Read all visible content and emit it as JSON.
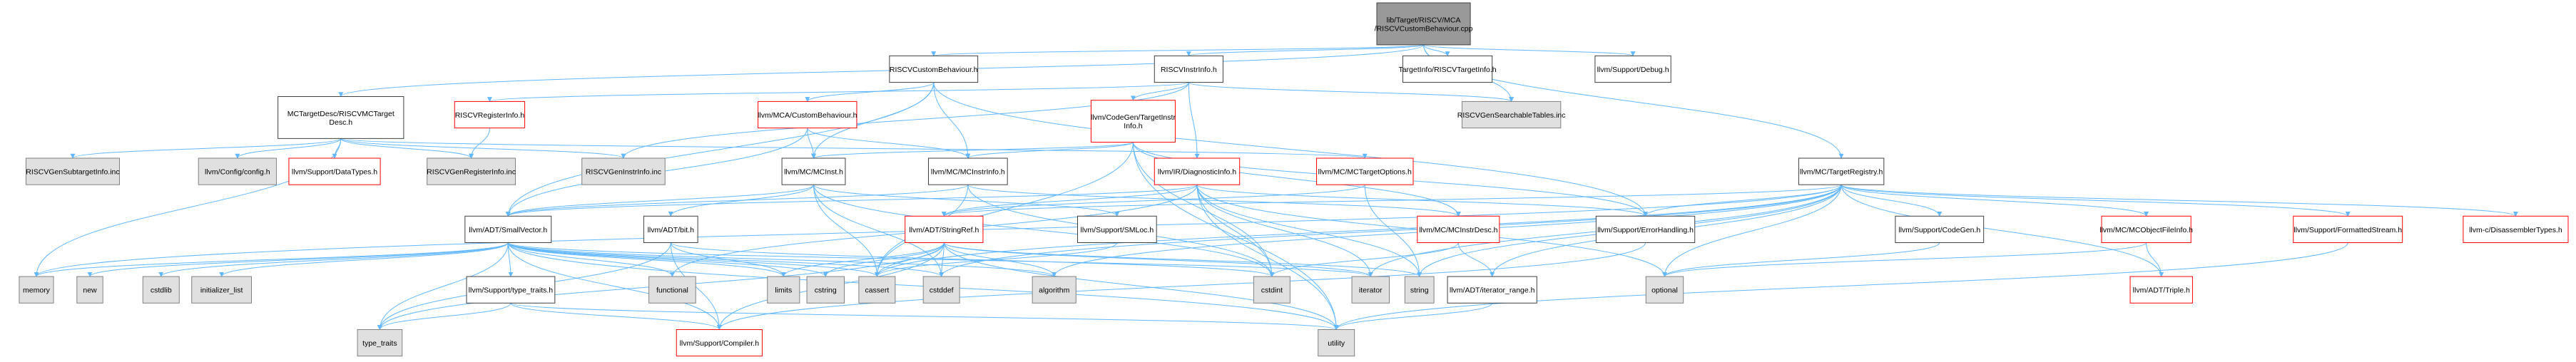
{
  "colors": {
    "edge": "#63b8ff",
    "default_border": "#808080",
    "linked_border": "#404040",
    "missing_border": "#ff0000",
    "highlight_fill": "#999999",
    "external_fill": "#e0e0e0",
    "normal_fill": "#ffffff"
  },
  "nodes": [
    {
      "id": "root",
      "lines": [
        "lib/Target/RISCV/MCA",
        "/RISCVCustomBehaviour.cpp"
      ],
      "kind": "root"
    },
    {
      "id": "rcb_h",
      "lines": [
        "RISCVCustomBehaviour.h"
      ],
      "kind": "normal"
    },
    {
      "id": "rii_h",
      "lines": [
        "RISCVInstrInfo.h"
      ],
      "kind": "normal"
    },
    {
      "id": "ttinfo",
      "lines": [
        "TargetInfo/RISCVTargetInfo.h"
      ],
      "kind": "normal"
    },
    {
      "id": "debug",
      "lines": [
        "llvm/Support/Debug.h"
      ],
      "kind": "normal"
    },
    {
      "id": "mctdesc",
      "lines": [
        "MCTargetDesc/RISCVMCTarget",
        "Desc.h"
      ],
      "kind": "normal"
    },
    {
      "id": "rri",
      "lines": [
        "RISCVRegisterInfo.h"
      ],
      "kind": "missing"
    },
    {
      "id": "mcacb",
      "lines": [
        "llvm/MCA/CustomBehaviour.h"
      ],
      "kind": "missing"
    },
    {
      "id": "cgtii",
      "lines": [
        "llvm/CodeGen/TargetInstr",
        "Info.h"
      ],
      "kind": "missing"
    },
    {
      "id": "rgst",
      "lines": [
        "RISCVGenSearchableTables.inc"
      ],
      "kind": "external"
    },
    {
      "id": "rgsi",
      "lines": [
        "RISCVGenSubtargetInfo.inc"
      ],
      "kind": "external"
    },
    {
      "id": "cfg",
      "lines": [
        "llvm/Config/config.h"
      ],
      "kind": "external"
    },
    {
      "id": "dtypes",
      "lines": [
        "llvm/Support/DataTypes.h"
      ],
      "kind": "missing"
    },
    {
      "id": "rgri",
      "lines": [
        "RISCVGenRegisterInfo.inc"
      ],
      "kind": "external"
    },
    {
      "id": "rgii",
      "lines": [
        "RISCVGenInstrInfo.inc"
      ],
      "kind": "external"
    },
    {
      "id": "mcinst",
      "lines": [
        "llvm/MC/MCInst.h"
      ],
      "kind": "normal"
    },
    {
      "id": "mcii",
      "lines": [
        "llvm/MC/MCInstrInfo.h"
      ],
      "kind": "normal"
    },
    {
      "id": "diag",
      "lines": [
        "llvm/IR/DiagnosticInfo.h"
      ],
      "kind": "missing"
    },
    {
      "id": "mcto",
      "lines": [
        "llvm/MC/MCTargetOptions.h"
      ],
      "kind": "missing"
    },
    {
      "id": "mctr",
      "lines": [
        "llvm/MC/TargetRegistry.h"
      ],
      "kind": "normal"
    },
    {
      "id": "smallvec",
      "lines": [
        "llvm/ADT/SmallVector.h"
      ],
      "kind": "normal"
    },
    {
      "id": "bit",
      "lines": [
        "llvm/ADT/bit.h"
      ],
      "kind": "normal"
    },
    {
      "id": "strref",
      "lines": [
        "llvm/ADT/StringRef.h"
      ],
      "kind": "missing"
    },
    {
      "id": "smloc",
      "lines": [
        "llvm/Support/SMLoc.h"
      ],
      "kind": "normal"
    },
    {
      "id": "mcidesc",
      "lines": [
        "llvm/MC/MCInstrDesc.h"
      ],
      "kind": "missing"
    },
    {
      "id": "errh",
      "lines": [
        "llvm/Support/ErrorHandling.h"
      ],
      "kind": "normal"
    },
    {
      "id": "codegen",
      "lines": [
        "llvm/Support/CodeGen.h"
      ],
      "kind": "normal"
    },
    {
      "id": "mcofi",
      "lines": [
        "llvm/MC/MCObjectFileInfo.h"
      ],
      "kind": "missing"
    },
    {
      "id": "fmtstr",
      "lines": [
        "llvm/Support/FormattedStream.h"
      ],
      "kind": "missing"
    },
    {
      "id": "disas",
      "lines": [
        "llvm-c/DisassemblerTypes.h"
      ],
      "kind": "missing"
    },
    {
      "id": "typetraits",
      "lines": [
        "llvm/Support/type_traits.h"
      ],
      "kind": "normal"
    },
    {
      "id": "itrange",
      "lines": [
        "llvm/ADT/iterator_range.h"
      ],
      "kind": "normal"
    },
    {
      "id": "triple",
      "lines": [
        "llvm/ADT/Triple.h"
      ],
      "kind": "missing"
    },
    {
      "id": "memory",
      "lines": [
        "memory"
      ],
      "kind": "external"
    },
    {
      "id": "new",
      "lines": [
        "new"
      ],
      "kind": "external"
    },
    {
      "id": "cstdlib",
      "lines": [
        "cstdlib"
      ],
      "kind": "external"
    },
    {
      "id": "initlist",
      "lines": [
        "initializer_list"
      ],
      "kind": "external"
    },
    {
      "id": "functional",
      "lines": [
        "functional"
      ],
      "kind": "external"
    },
    {
      "id": "limits",
      "lines": [
        "limits"
      ],
      "kind": "external"
    },
    {
      "id": "cstring",
      "lines": [
        "cstring"
      ],
      "kind": "external"
    },
    {
      "id": "cassert",
      "lines": [
        "cassert"
      ],
      "kind": "external"
    },
    {
      "id": "cstddef",
      "lines": [
        "cstddef"
      ],
      "kind": "external"
    },
    {
      "id": "algorithm",
      "lines": [
        "algorithm"
      ],
      "kind": "external"
    },
    {
      "id": "cstdint",
      "lines": [
        "cstdint"
      ],
      "kind": "external"
    },
    {
      "id": "iterator",
      "lines": [
        "iterator"
      ],
      "kind": "external"
    },
    {
      "id": "string",
      "lines": [
        "string"
      ],
      "kind": "external"
    },
    {
      "id": "optional",
      "lines": [
        "optional"
      ],
      "kind": "external"
    },
    {
      "id": "compiler",
      "lines": [
        "llvm/Support/Compiler.h"
      ],
      "kind": "missing"
    },
    {
      "id": "typetraits_std",
      "lines": [
        "type_traits"
      ],
      "kind": "external"
    },
    {
      "id": "utility",
      "lines": [
        "utility"
      ],
      "kind": "external"
    }
  ],
  "edges": [
    [
      "root",
      "rcb_h"
    ],
    [
      "root",
      "rii_h"
    ],
    [
      "root",
      "ttinfo"
    ],
    [
      "root",
      "debug"
    ],
    [
      "root",
      "mctdesc"
    ],
    [
      "root",
      "rgst"
    ],
    [
      "root",
      "mctr"
    ],
    [
      "rcb_h",
      "mcacb"
    ],
    [
      "rcb_h",
      "mcii"
    ],
    [
      "rcb_h",
      "mcinst"
    ],
    [
      "rcb_h",
      "smallvec"
    ],
    [
      "rcb_h",
      "errh"
    ],
    [
      "rii_h",
      "rri"
    ],
    [
      "rii_h",
      "cgtii"
    ],
    [
      "rii_h",
      "rgii"
    ],
    [
      "rii_h",
      "rgst"
    ],
    [
      "rii_h",
      "diag"
    ],
    [
      "mctdesc",
      "memory"
    ],
    [
      "mctdesc",
      "rgsi"
    ],
    [
      "mctdesc",
      "cfg"
    ],
    [
      "mctdesc",
      "dtypes"
    ],
    [
      "mctdesc",
      "rgri"
    ],
    [
      "mctdesc",
      "rgii"
    ],
    [
      "mctdesc",
      "mcto"
    ],
    [
      "rri",
      "rgri"
    ],
    [
      "mcacb",
      "mcinst"
    ],
    [
      "mcacb",
      "mcii"
    ],
    [
      "mcacb",
      "smallvec"
    ],
    [
      "cgtii",
      "mcii"
    ],
    [
      "cgtii",
      "mcinst"
    ],
    [
      "cgtii",
      "mcidesc"
    ],
    [
      "cgtii",
      "cstdint"
    ],
    [
      "cgtii",
      "errh"
    ],
    [
      "cgtii",
      "utility"
    ],
    [
      "cgtii",
      "cassert"
    ],
    [
      "mcinst",
      "smallvec"
    ],
    [
      "mcinst",
      "bit"
    ],
    [
      "mcinst",
      "smloc"
    ],
    [
      "mcinst",
      "cstdint"
    ],
    [
      "mcinst",
      "cstddef"
    ],
    [
      "mcinst",
      "cassert"
    ],
    [
      "mcii",
      "mcidesc"
    ],
    [
      "mcii",
      "smallvec"
    ],
    [
      "mcii",
      "cassert"
    ],
    [
      "mcii",
      "cstdint"
    ],
    [
      "diag",
      "strref"
    ],
    [
      "diag",
      "smallvec"
    ],
    [
      "diag",
      "cstdint"
    ],
    [
      "diag",
      "iterator"
    ],
    [
      "diag",
      "string"
    ],
    [
      "diag",
      "optional"
    ],
    [
      "diag",
      "functional"
    ],
    [
      "diag",
      "utility"
    ],
    [
      "diag",
      "errh"
    ],
    [
      "mcto",
      "string"
    ],
    [
      "mcto",
      "strref"
    ],
    [
      "mctr",
      "strref"
    ],
    [
      "mctr",
      "iterator"
    ],
    [
      "mctr",
      "itrange"
    ],
    [
      "mctr",
      "codegen"
    ],
    [
      "mctr",
      "errh"
    ],
    [
      "mctr",
      "mcofi"
    ],
    [
      "mctr",
      "fmtstr"
    ],
    [
      "mctr",
      "disas"
    ],
    [
      "mctr",
      "triple"
    ],
    [
      "mctr",
      "optional"
    ],
    [
      "mctr",
      "cassert"
    ],
    [
      "mctr",
      "cstddef"
    ],
    [
      "mctr",
      "string"
    ],
    [
      "mctr",
      "memory"
    ],
    [
      "mctr",
      "algorithm"
    ],
    [
      "smallvec",
      "typetraits"
    ],
    [
      "smallvec",
      "compiler"
    ],
    [
      "smallvec",
      "memory"
    ],
    [
      "smallvec",
      "new"
    ],
    [
      "smallvec",
      "cstdlib"
    ],
    [
      "smallvec",
      "initlist"
    ],
    [
      "smallvec",
      "functional"
    ],
    [
      "smallvec",
      "limits"
    ],
    [
      "smallvec",
      "cstring"
    ],
    [
      "smallvec",
      "cassert"
    ],
    [
      "smallvec",
      "cstddef"
    ],
    [
      "smallvec",
      "algorithm"
    ],
    [
      "smallvec",
      "iterator"
    ],
    [
      "smallvec",
      "utility"
    ],
    [
      "smallvec",
      "typetraits_std"
    ],
    [
      "bit",
      "compiler"
    ],
    [
      "bit",
      "cstdint"
    ],
    [
      "bit",
      "limits"
    ],
    [
      "bit",
      "typetraits_std"
    ],
    [
      "strref",
      "compiler"
    ],
    [
      "strref",
      "algorithm"
    ],
    [
      "strref",
      "cassert"
    ],
    [
      "strref",
      "cstddef"
    ],
    [
      "strref",
      "cstring"
    ],
    [
      "strref",
      "limits"
    ],
    [
      "strref",
      "string"
    ],
    [
      "strref",
      "typetraits_std"
    ],
    [
      "strref",
      "utility"
    ],
    [
      "strref",
      "iterator"
    ],
    [
      "smloc",
      "cassert"
    ],
    [
      "mcidesc",
      "itrange"
    ],
    [
      "mcidesc",
      "cstdint"
    ],
    [
      "errh",
      "compiler"
    ],
    [
      "codegen",
      "optional"
    ],
    [
      "mcofi",
      "optional"
    ],
    [
      "mcofi",
      "triple"
    ],
    [
      "fmtstr",
      "utility"
    ],
    [
      "typetraits",
      "compiler"
    ],
    [
      "typetraits",
      "typetraits_std"
    ],
    [
      "typetraits",
      "utility"
    ],
    [
      "itrange",
      "utility"
    ]
  ]
}
